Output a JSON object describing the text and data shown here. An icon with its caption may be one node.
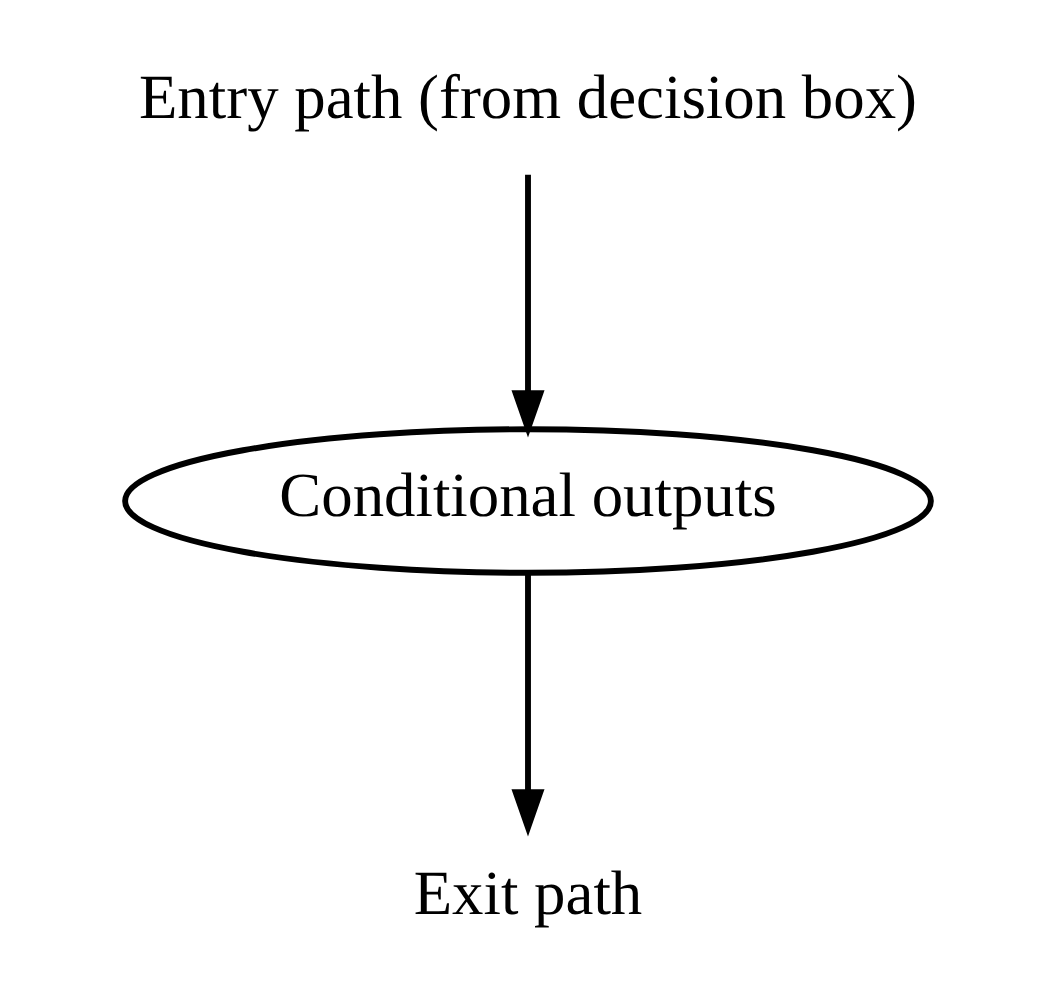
{
  "diagram": {
    "nodes": [
      {
        "text": [
          "Entry path (from decision box)"
        ]
      },
      {
        "text": [
          "Conditional outputs"
        ]
      },
      {
        "text": [
          "Exit path"
        ]
      }
    ],
    "edges": [
      {
        "from": 0,
        "to": 1,
        "arrow": "to"
      },
      {
        "from": 1,
        "to": 2,
        "arrow": "to"
      }
    ]
  }
}
